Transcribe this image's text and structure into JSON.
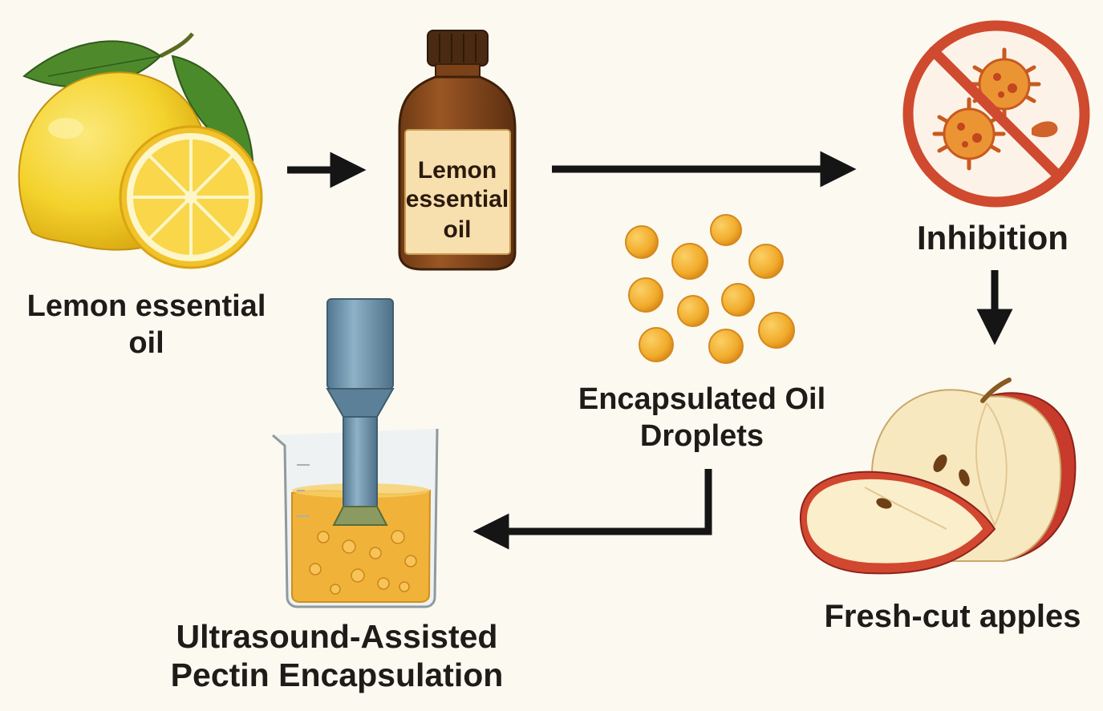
{
  "nodes": {
    "lemon": {
      "label_lines": [
        "Lemon essential",
        "oil"
      ],
      "icon": "lemon-icon"
    },
    "bottle": {
      "label_lines": [
        "Lemon",
        "essential",
        "oil"
      ],
      "icon": "essential-oil-bottle-icon"
    },
    "inhibition": {
      "label": "Inhibition",
      "icon": "no-microbes-icon"
    },
    "droplets": {
      "label_lines": [
        "Encapsulated Oil",
        "Droplets"
      ],
      "icon": "oil-droplets-icon"
    },
    "ultrasound": {
      "label_lines": [
        "Ultrasound-Assisted",
        "Pectin Encapsulation"
      ],
      "icon": "ultrasound-beaker-icon"
    },
    "apples": {
      "label": "Fresh-cut apples",
      "icon": "sliced-apple-icon"
    }
  },
  "colors": {
    "background": "#fcf9f1",
    "arrow": "#151515",
    "text": "#1e1b18",
    "lemon": "#f4d22c",
    "oil": "#f1ab2b",
    "prohibition": "#cf4a2e",
    "apple_skin": "#c83a2b"
  }
}
